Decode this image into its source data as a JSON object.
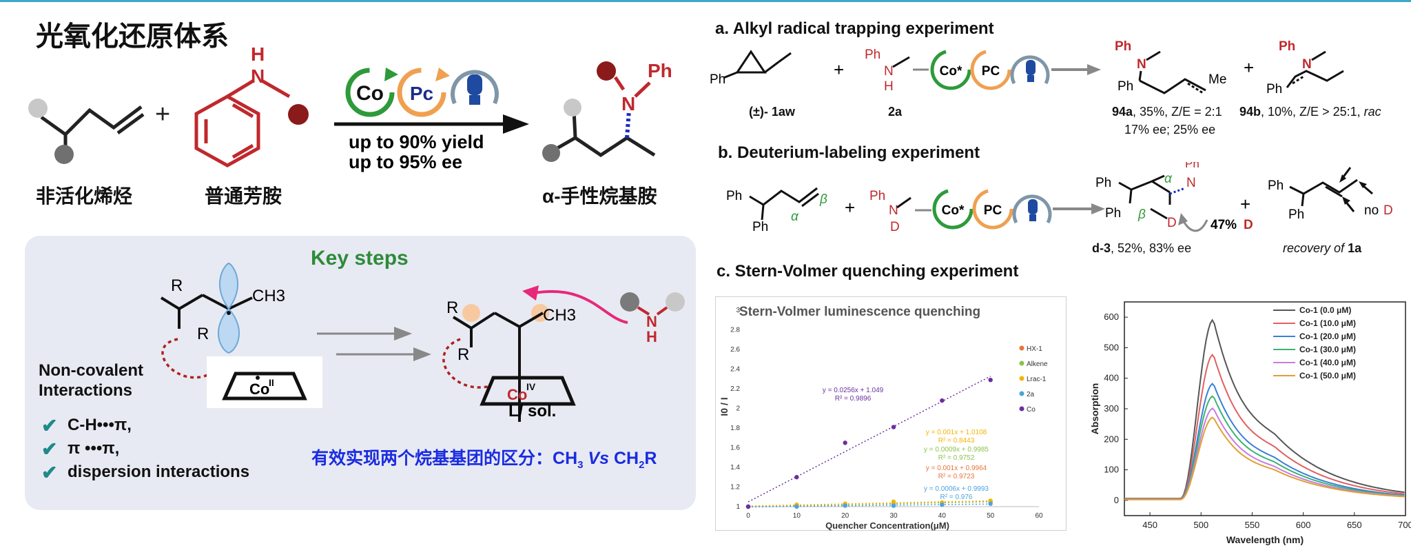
{
  "main": {
    "title": "光氧化还原体系",
    "substrate_label": "非活化烯烃",
    "amine_label": "普通芳胺",
    "product_label": "α-手性烷基胺",
    "yield_text": "up to 90% yield",
    "ee_text": "up to 95% ee",
    "co_label": "Co",
    "pc_label": "Pc",
    "ph_label": "Ph",
    "n_label": "N",
    "h_label": "H"
  },
  "keysteps": {
    "title": "Key steps",
    "noncovalent": "Non-covalent",
    "interactions": "Interactions",
    "items": [
      "C-H•••π,",
      "π •••π,",
      "dispersion interactions"
    ],
    "ch3": "CH3",
    "r_label": "R",
    "co2": "Co",
    "co2_ox": "II",
    "co4": "Co",
    "co4_ox": "IV",
    "lsol": "L/ sol.",
    "bottom_pre": "有效实现两个烷基基团的区分：",
    "bottom_ch3": "CH",
    "bottom_ch3_sub": "3",
    "bottom_vs": "Vs",
    "bottom_ch2r": "CH",
    "bottom_ch2r_sub": "2",
    "bottom_r": "R"
  },
  "section_a": {
    "title": "a. Alkyl radical trapping experiment",
    "sub1_label": "(±)- 1aw",
    "sub2_label": "2a",
    "co_star": "Co*",
    "pc": "PC",
    "me": "Me",
    "p1_id": "94a",
    "p1_text": ", 35%, Z/E = 2:1",
    "p1_text2": "17% ee; 25% ee",
    "p2_id": "94b",
    "p2_text": ", 10%, Z/E > 25:1,",
    "p2_rac": "rac"
  },
  "section_b": {
    "title": "b. Deuterium-labeling experiment",
    "d_label": "D",
    "alpha": "α",
    "beta": "β",
    "pct_d": "47%",
    "p_id": "d-3",
    "p_text": ", 52%, 83% ee",
    "recovery": "recovery of",
    "recovery_id": "1a",
    "no_d": "no"
  },
  "section_c": {
    "title": "c. Stern-Volmer quenching experiment"
  },
  "chart_data": [
    {
      "type": "scatter",
      "title": "Stern-Volmer luminescence quenching",
      "xlabel": "Quencher Concentration(μM)",
      "ylabel": "I0 / I",
      "xlim": [
        0,
        60
      ],
      "ylim": [
        1,
        3
      ],
      "xticks": [
        0,
        10,
        20,
        30,
        40,
        50,
        60
      ],
      "yticks": [
        1,
        1.2,
        1.4,
        1.6,
        1.8,
        2,
        2.2,
        2.4,
        2.6,
        2.8,
        3
      ],
      "series": [
        {
          "name": "HX-1",
          "color": "#e8743b",
          "x": [
            0,
            10,
            20,
            30,
            40,
            50
          ],
          "y": [
            1.0,
            1.01,
            1.02,
            1.03,
            1.04,
            1.05
          ]
        },
        {
          "name": "Alkene",
          "color": "#8bc34a",
          "x": [
            0,
            10,
            20,
            30,
            40,
            50
          ],
          "y": [
            1.0,
            1.01,
            1.02,
            1.03,
            1.04,
            1.05
          ]
        },
        {
          "name": "Lrac-1",
          "color": "#f4b400",
          "x": [
            0,
            10,
            20,
            30,
            40,
            50
          ],
          "y": [
            1.0,
            1.02,
            1.03,
            1.05,
            1.04,
            1.06
          ]
        },
        {
          "name": "2a",
          "color": "#4aa3df",
          "x": [
            0,
            10,
            20,
            30,
            40,
            50
          ],
          "y": [
            1.0,
            1.0,
            1.01,
            1.01,
            1.02,
            1.03
          ]
        },
        {
          "name": "Co",
          "color": "#6a2fa0",
          "x": [
            0,
            10,
            20,
            30,
            40,
            50
          ],
          "y": [
            1.0,
            1.3,
            1.65,
            1.81,
            2.08,
            2.29
          ]
        }
      ],
      "annotations": [
        {
          "eq": "y = 0.0256x + 1.049",
          "r2": "R² = 0.9896",
          "color": "#6a2fa0"
        },
        {
          "eq": "y = 0.001x + 1.0108",
          "r2": "R² = 0.8443",
          "color": "#f4b400"
        },
        {
          "eq": "y = 0.0009x + 0.9985",
          "r2": "R² = 0.9752",
          "color": "#8bc34a"
        },
        {
          "eq": "y = 0.001x + 0.9964",
          "r2": "R² = 0.9723",
          "color": "#e8743b"
        },
        {
          "eq": "y = 0.0006x + 0.9993",
          "r2": "R² = 0.976",
          "color": "#4aa3df"
        }
      ]
    },
    {
      "type": "line",
      "xlabel": "Wavelength (nm)",
      "ylabel": "Absorption",
      "xlim": [
        425,
        700
      ],
      "ylim": [
        -50,
        650
      ],
      "xticks": [
        450,
        500,
        550,
        600,
        650,
        700
      ],
      "yticks": [
        0,
        100,
        200,
        300,
        400,
        500,
        600
      ],
      "peak_x": 512,
      "series": [
        {
          "name": "Co-1 (0.0 μM)",
          "color": "#555555",
          "peak": 592
        },
        {
          "name": "Co-1 (10.0 μM)",
          "color": "#e06060",
          "peak": 478
        },
        {
          "name": "Co-1 (20.0 μM)",
          "color": "#3a7fd5",
          "peak": 383
        },
        {
          "name": "Co-1 (30.0 μM)",
          "color": "#3cb371",
          "peak": 342
        },
        {
          "name": "Co-1 (40.0 μM)",
          "color": "#c77de0",
          "peak": 302
        },
        {
          "name": "Co-1 (50.0 μM)",
          "color": "#e0a030",
          "peak": 272
        }
      ]
    }
  ]
}
